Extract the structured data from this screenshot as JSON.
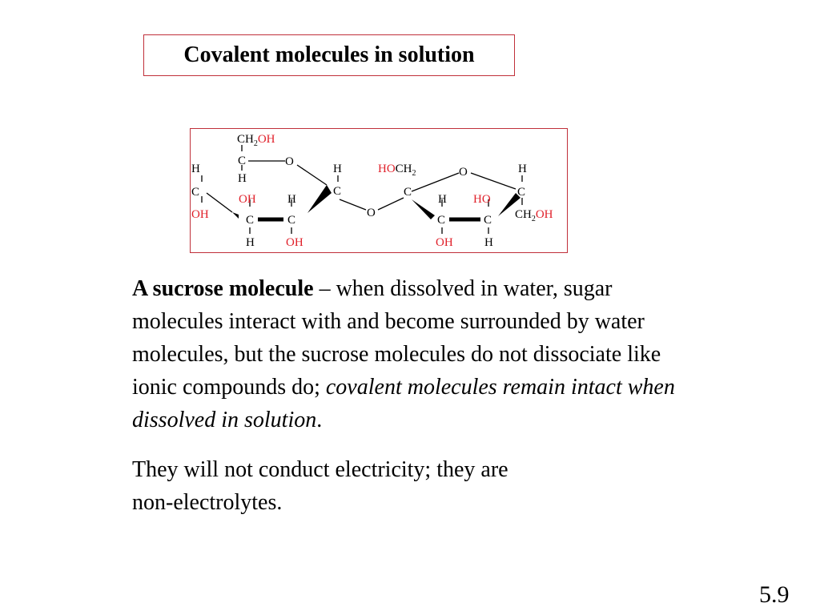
{
  "slide": {
    "title": "Covalent molecules in solution",
    "number": "5.9"
  },
  "structure": {
    "atoms": {
      "C": "C",
      "O": "O",
      "H": "H",
      "OH": "OH",
      "HO": "HO",
      "CH2": "CH",
      "sub2": "2"
    },
    "colors": {
      "bond": "#000000",
      "hydroxyl": "#e0202a",
      "border": "#c0303a"
    }
  },
  "paragraph1": {
    "bold": "A sucrose molecule",
    "text1": " – when dissolved in water, sugar molecules interact with and become surrounded by water molecules, but the sucrose molecules do not dissociate like ionic compounds do; ",
    "italic": "covalent molecules remain intact when dissolved in solution",
    "end": "."
  },
  "paragraph2": {
    "line1": "They will not conduct electricity; they are",
    "line2": "non-electrolytes."
  }
}
